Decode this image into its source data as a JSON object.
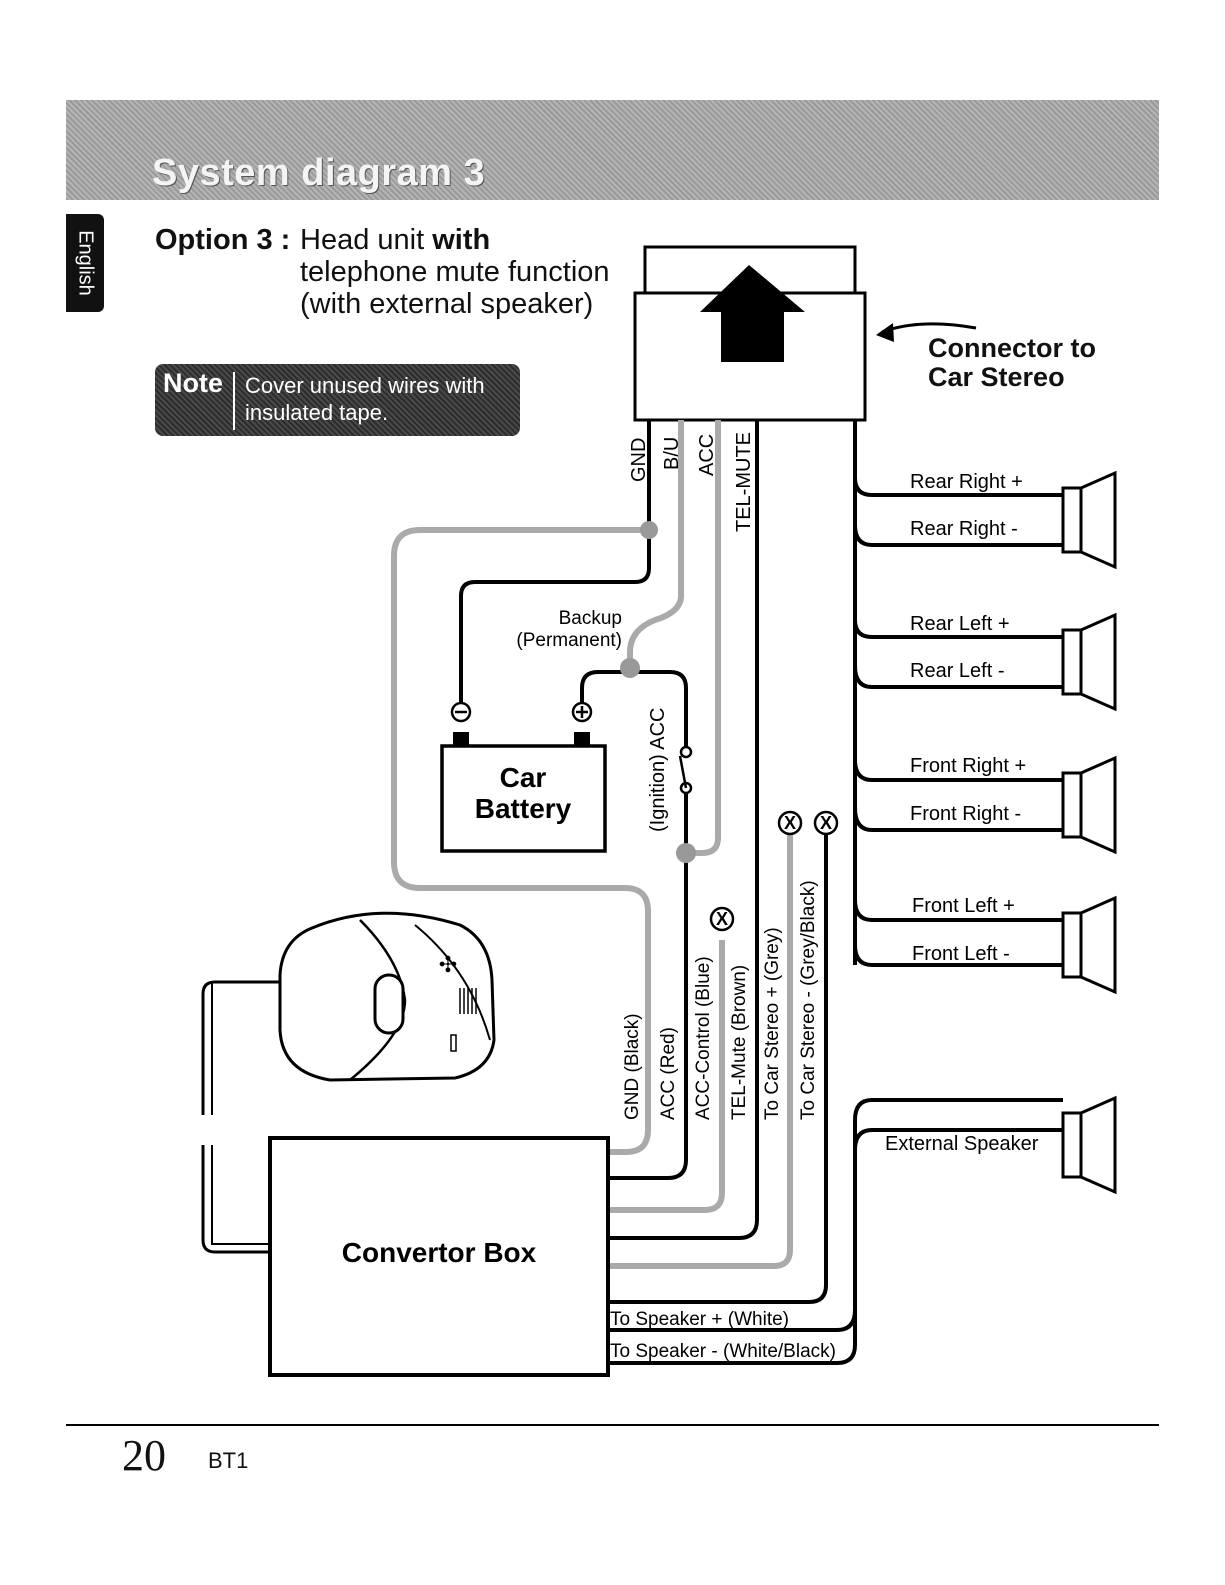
{
  "header": {
    "title": "System diagram 3",
    "language_tab": "English"
  },
  "option": {
    "label": "Option 3 :",
    "line1_prefix": "Head unit ",
    "line1_bold": "with",
    "line2": "telephone mute function",
    "line3": "(with external speaker)"
  },
  "note": {
    "label": "Note",
    "text": "Cover unused wires with insulated tape."
  },
  "connector": {
    "line1": "Connector to",
    "line2": "Car Stereo"
  },
  "connector_pins": [
    "GND",
    "B/U",
    "ACC",
    "TEL-MUTE"
  ],
  "speakers": [
    {
      "plus": "Rear Right +",
      "minus": "Rear Right -"
    },
    {
      "plus": "Rear Left +",
      "minus": "Rear Left -"
    },
    {
      "plus": "Front Right +",
      "minus": "Front Right -"
    },
    {
      "plus": "Front Left +",
      "minus": "Front Left -"
    }
  ],
  "external_speaker": "External Speaker",
  "battery": {
    "line1": "Car",
    "line2": "Battery",
    "minus": "⊖",
    "plus": "⊕"
  },
  "backup": {
    "line1": "Backup",
    "line2": "(Permanent)"
  },
  "ignition": "(Ignition) ACC",
  "cut_mark": "X",
  "convertor_box": "Convertor Box",
  "wires": [
    "GND (Black)",
    "ACC (Red)",
    "ACC-Control (Blue)",
    "TEL-Mute (Brown)",
    "To Car Stereo + (Grey)",
    "To Car Stereo - (Grey/Black)"
  ],
  "speaker_wires": [
    "To Speaker + (White)",
    "To Speaker - (White/Black)"
  ],
  "footer": {
    "page": "20",
    "model": "BT1"
  }
}
